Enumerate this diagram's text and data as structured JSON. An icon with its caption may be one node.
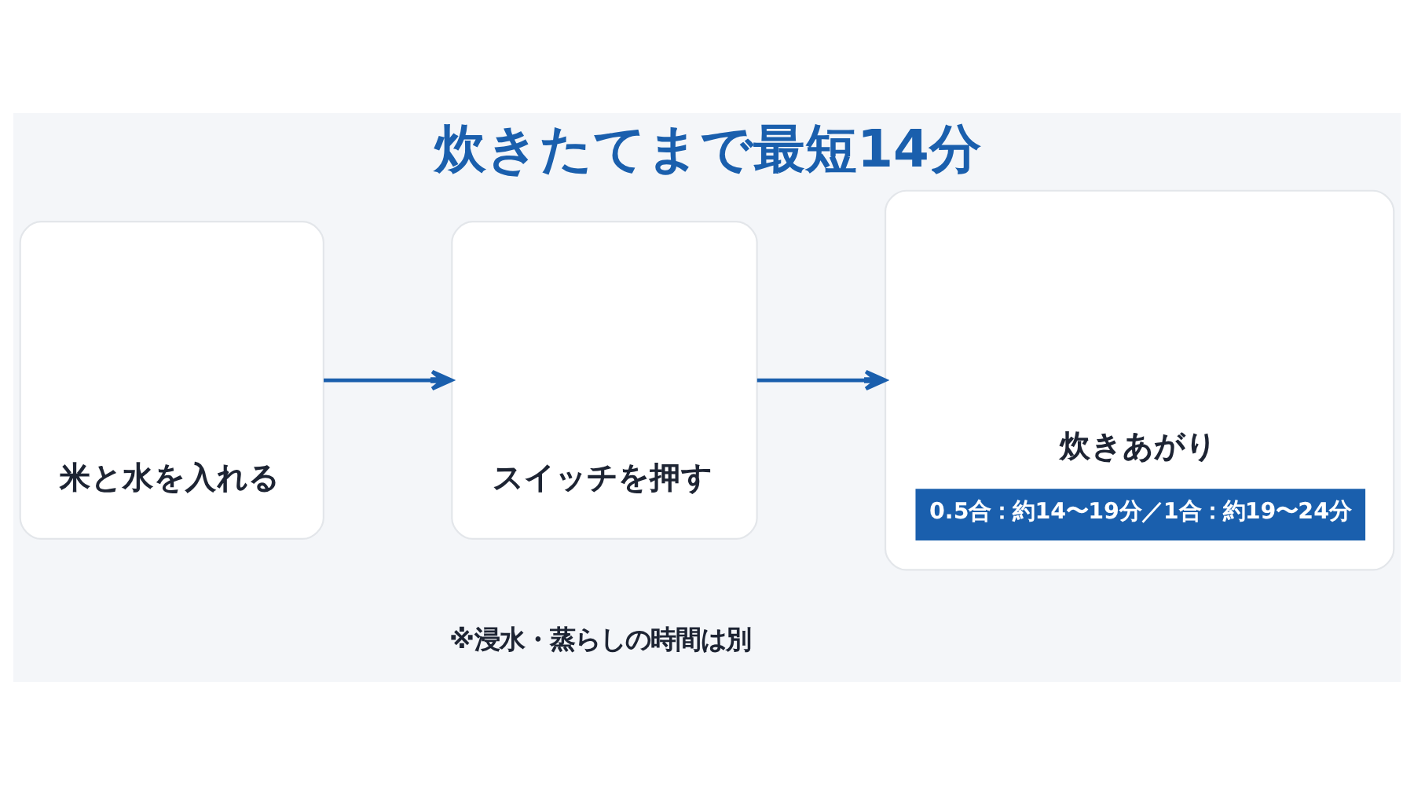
{
  "diagram": {
    "title": "炊きたてまで最短14分",
    "nodes": [
      {
        "text": [
          "米と水を入れる"
        ]
      },
      {
        "text": [
          "スイッチを押す"
        ]
      },
      {
        "text": [
          "炊きあがり",
          "0.5合：約14〜19分／1合：約19〜24分"
        ]
      }
    ],
    "edges": [
      {
        "from": 0,
        "to": 1,
        "arrow": "to"
      },
      {
        "from": 1,
        "to": 2,
        "arrow": "to"
      }
    ],
    "labels": [
      "※浸水・蒸らしの時間は別"
    ]
  }
}
